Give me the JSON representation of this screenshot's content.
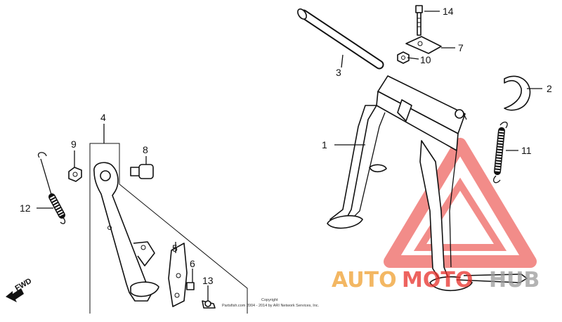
{
  "callouts": {
    "c1": "1",
    "c2": "2",
    "c3": "3",
    "c4": "4",
    "c5": "5",
    "c6": "6",
    "c7": "7",
    "c8": "8",
    "c9": "9",
    "c10": "10",
    "c11": "11",
    "c12": "12",
    "c13": "13",
    "c14": "14"
  },
  "direction_label": "FWD",
  "copyright": {
    "line1": "Copyright",
    "line2": "Partsfish.com 2004 - 2014 by ARI Network Services, Inc."
  },
  "watermark": {
    "text_a": "AUTO",
    "text_b": "MOTO",
    "text_c": "HUB",
    "color_red": "#e8302a",
    "color_orange": "#f0a030",
    "color_gray": "#9a9a9a"
  }
}
